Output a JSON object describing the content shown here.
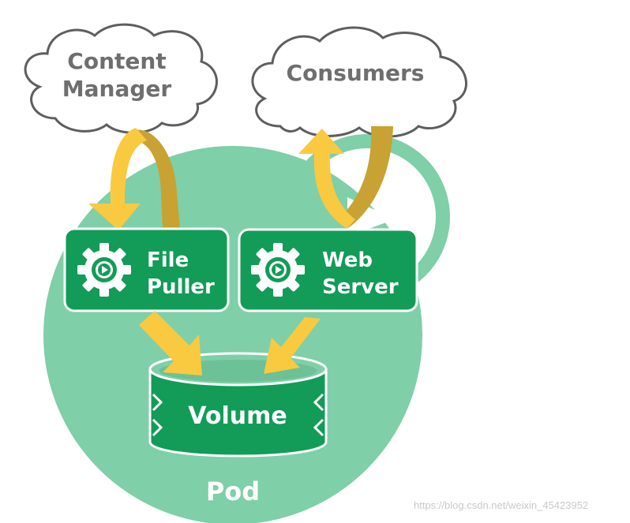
{
  "labels": {
    "content_manager_line1": "Content",
    "content_manager_line2": "Manager",
    "consumers": "Consumers",
    "file_puller_line1": "File",
    "file_puller_line2": "Puller",
    "web_server_line1": "Web",
    "web_server_line2": "Server",
    "volume": "Volume",
    "pod": "Pod"
  },
  "watermark": "https://blog.csdn.net/weixin_45423952",
  "colors": {
    "pod": "#7fcfa9",
    "container": "#129c57",
    "arrow_light": "#f9c940",
    "arrow_dark": "#c8a232",
    "cloud_stroke": "#5e5e5e",
    "text_gray": "#6e6e6e"
  }
}
